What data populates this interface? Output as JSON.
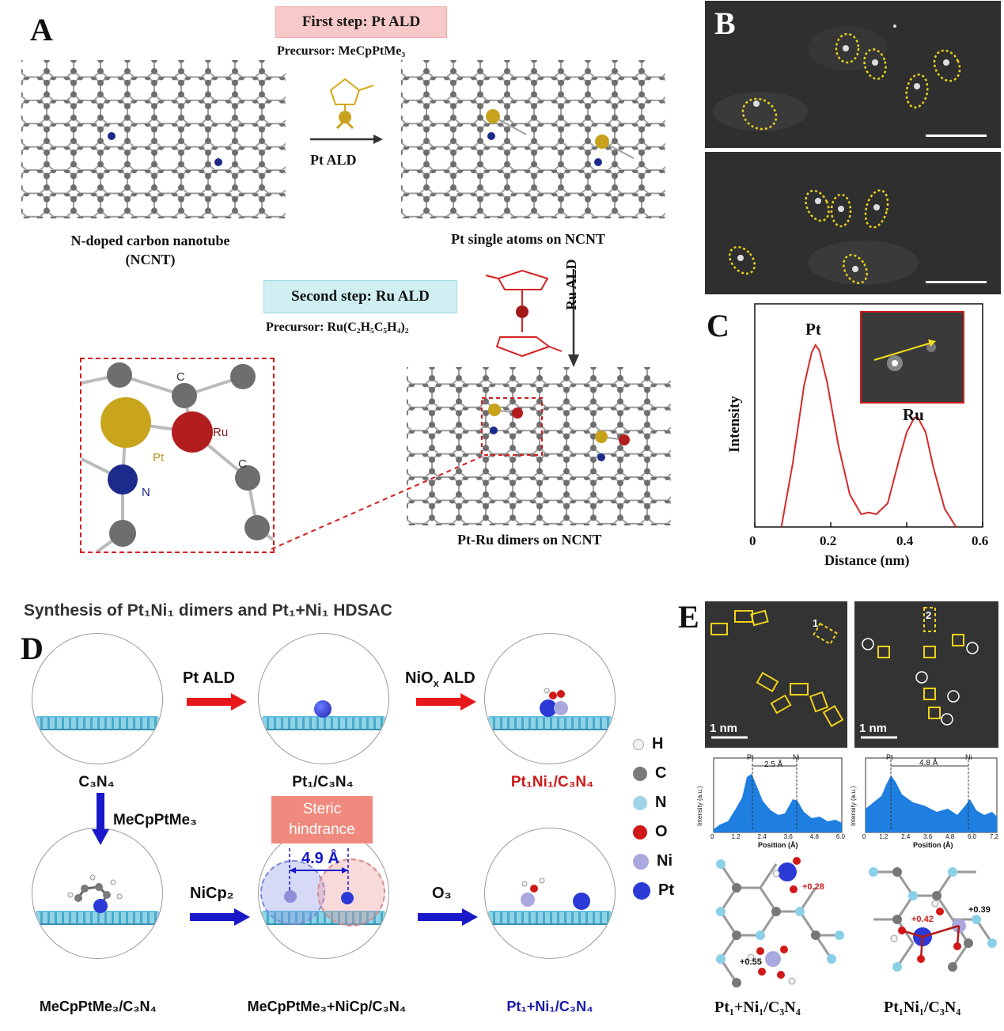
{
  "panel_labels": {
    "A": "A",
    "B": "B",
    "C": "C",
    "D": "D",
    "E": "E"
  },
  "panel_a": {
    "step1_label": "First step: Pt ALD",
    "step1_precursor": "Precursor: MeCpPtMe₃",
    "arrow1_label": "Pt ALD",
    "ncnt_caption_line1": "N-doped carbon nanotube",
    "ncnt_caption_line2": "(NCNT)",
    "pt_single_caption": "Pt single atoms on NCNT",
    "step2_label": "Second step: Ru ALD",
    "step2_precursor": "Precursor: Ru(C₂H₅C₅H₄)₂",
    "arrow2_label": "Ru ALD",
    "dimer_caption": "Pt-Ru dimers on NCNT",
    "inset_labels": {
      "c1": "C",
      "ru": "Ru",
      "pt": "Pt",
      "n": "N",
      "c2": "C"
    }
  },
  "panel_c": {
    "peak1": "Pt",
    "peak2": "Ru",
    "ylabel": "Intensity",
    "xlabel": "Distance (nm)",
    "xticks": [
      "0",
      "0.2",
      "0.4",
      "0.6"
    ]
  },
  "chart_data": {
    "type": "line",
    "xlabel": "Distance (nm)",
    "ylabel": "Intensity",
    "xlim": [
      0,
      0.6
    ],
    "x": [
      0.07,
      0.1,
      0.13,
      0.15,
      0.16,
      0.17,
      0.19,
      0.22,
      0.25,
      0.28,
      0.3,
      0.32,
      0.35,
      0.38,
      0.4,
      0.42,
      0.43,
      0.45,
      0.47,
      0.5,
      0.53
    ],
    "y": [
      0.0,
      0.35,
      0.78,
      0.96,
      1.0,
      0.97,
      0.8,
      0.45,
      0.18,
      0.07,
      0.08,
      0.07,
      0.13,
      0.37,
      0.52,
      0.6,
      0.6,
      0.52,
      0.33,
      0.1,
      0.0
    ],
    "annotations": [
      "Pt",
      "Ru"
    ],
    "color": "#d42a2a"
  },
  "panel_d": {
    "title": "Synthesis of Pt₁Ni₁ dimers and Pt₁+Ni₁ HDSAC",
    "arrow_pt_ald": "Pt ALD",
    "arrow_niox_ald": "NiO",
    "arrow_niox_sub": "x",
    "arrow_niox_suffix": " ALD",
    "arrow_mecp": "MeCpPtMe₃",
    "arrow_nicp": "NiCp₂",
    "arrow_o3": "O₃",
    "steric_line1": "Steric",
    "steric_line2": "hindrance",
    "distance": "4.9 Å",
    "labels": {
      "c3n4": "C₃N₄",
      "pt1c3n4": "Pt₁/C₃N₄",
      "pt1ni1c3n4": "Pt₁Ni₁/C₃N₄",
      "mecp_c3n4": "MeCpPtMe₃/C₃N₄",
      "mecp_nicp_c3n4": "MeCpPtMe₃+NiCp/C₃N₄",
      "pt1plusni1c3n4": "Pt₁+Ni₁/C₃N₄"
    },
    "legend": [
      {
        "symbol": "H",
        "color": "#f2f2f2"
      },
      {
        "symbol": "C",
        "color": "#7a7a7a"
      },
      {
        "symbol": "N",
        "color": "#9fd3ea"
      },
      {
        "symbol": "O",
        "color": "#d01818"
      },
      {
        "symbol": "Ni",
        "color": "#a9a8df"
      },
      {
        "symbol": "Pt",
        "color": "#2b3ad6"
      }
    ]
  },
  "panel_e": {
    "scale_left": "1 nm",
    "scale_right": "1 nm",
    "profile1": {
      "left_label": "Pt",
      "right_label": "Ni",
      "distance": "2.5 Å",
      "xlabel": "Position (Å)",
      "ylabel": "Intensity (a.u.)",
      "xticks": [
        "0",
        "1.2",
        "2.4",
        "3.6",
        "4.8",
        "6.0"
      ]
    },
    "profile2": {
      "left_label": "Pt",
      "right_label": "Ni",
      "distance": "4.8 Å",
      "xlabel": "Position (Å)",
      "ylabel": "Intensity (a.u.)",
      "xticks": [
        "0",
        "1.2",
        "2.4",
        "3.6",
        "4.8",
        "6.0",
        "7.2"
      ]
    },
    "marker1": "1",
    "marker2": "2",
    "charge_left_top": "+0.28",
    "charge_left_bottom": "+0.55",
    "charge_right_red": "+0.42",
    "charge_right_black": "+0.39",
    "caption_left": "Pt₁+Ni₁/C₃N₄",
    "caption_right": "Pt₁Ni₁/C₃N₄"
  }
}
